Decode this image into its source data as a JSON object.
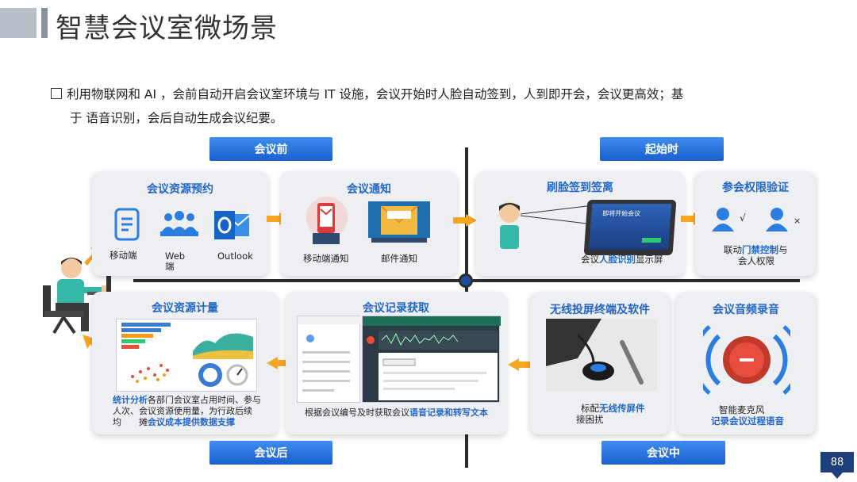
{
  "header": {
    "title": "智慧会议室微场景"
  },
  "intro": {
    "line1": "利用物联网和   AI ，会前自动开启会议室环境与   IT  设施，会议开始时人脸自动签到，人到即开会，会议更高效；基",
    "line2": "于 语音识别，会后自动生成会议纪要。"
  },
  "phases": {
    "before": "会议前",
    "start": "起始时",
    "after": "会议后",
    "during": "会议中"
  },
  "cards": {
    "booking": {
      "title": "会议资源预约",
      "labels": [
        "移动端",
        "Web",
        "端",
        "Outlook"
      ]
    },
    "notify": {
      "title": "会议通知",
      "labels": [
        "移动端通知",
        "邮件通知"
      ]
    },
    "face": {
      "title": "刷脸签到签离",
      "screen_text": "即将开始会议",
      "label_prefix": "会议",
      "label_highlight": "人脸识别",
      "label_suffix": "显示屏"
    },
    "auth": {
      "title": "参会权限验证",
      "check": "√",
      "cross": "×",
      "label_prefix": "联动",
      "label_highlight": "门禁控制",
      "label_suffix": "与",
      "label_line2": "会人权限"
    },
    "stats": {
      "title": "会议资源计量",
      "highlight1": "统计分析",
      "text1": "各部门会议室占用时间、参与",
      "text2": "人次、会议资源使用量，为行政后续",
      "text3": "均",
      "text3b": "摊",
      "highlight2": "会议成本提供数据支撑"
    },
    "record": {
      "title": "会议记录获取",
      "label_prefix": "根据会议编号及时获取会议",
      "label_highlight": "语音记录和转写文本"
    },
    "cast": {
      "title": "无线投屏终端及软件",
      "label1a": "标配",
      "label1b": "无线传",
      "label1c": "屏件",
      "label2": "接困扰"
    },
    "audio": {
      "title": "会议音频录音",
      "label1": "智能麦克风",
      "label2": "记录会议过程语音"
    }
  },
  "page": {
    "number": "88"
  },
  "colors": {
    "accent": "#2267c8",
    "phase": "#2f7ae5",
    "arrow": "#f6a623",
    "card": "#eeeff2"
  }
}
